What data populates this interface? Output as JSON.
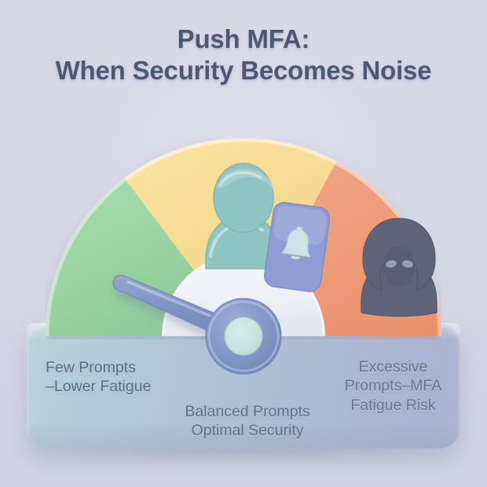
{
  "title": {
    "line1": "Push MFA:",
    "line2": "When Security Becomes Noise",
    "color": "#4a5a72"
  },
  "gauge": {
    "segments": [
      {
        "id": "low",
        "label": "Few Prompts",
        "color": "#9ad4a2",
        "start_deg": 180,
        "end_deg": 127
      },
      {
        "id": "medium",
        "label": "Balanced Prompts",
        "color": "#f5d98f",
        "start_deg": 127,
        "end_deg": 62
      },
      {
        "id": "high",
        "label": "Excessive Prompts",
        "color": "#ee9b78",
        "start_deg": 62,
        "end_deg": 0
      }
    ],
    "inner_face_color": "#f0f1f7",
    "needle": {
      "color": "#7e94c4",
      "angle_deg": 154,
      "hub_color": "#8096c5",
      "hub_center_color": "#c5e0dc"
    }
  },
  "icons": {
    "user": "user-avatar-icon",
    "phone": "smartphone-icon",
    "bell": "notification-bell-icon",
    "hacker": "hooded-attacker-icon"
  },
  "labels": {
    "left": "Few Prompts\n–Lower Fatigue",
    "center": "Balanced Prompts\nOptimal Security",
    "right": "Excessive\nPrompts–MFA\nFatigue Risk"
  },
  "colors": {
    "background": "#d8d9e6",
    "base_left": "#b9d2d8",
    "base_right": "#a9b2d0",
    "label_text": "#5a6a84",
    "person": "#8ec4c2",
    "phone": "#8f9dd4",
    "hacker": "#5f6478"
  }
}
